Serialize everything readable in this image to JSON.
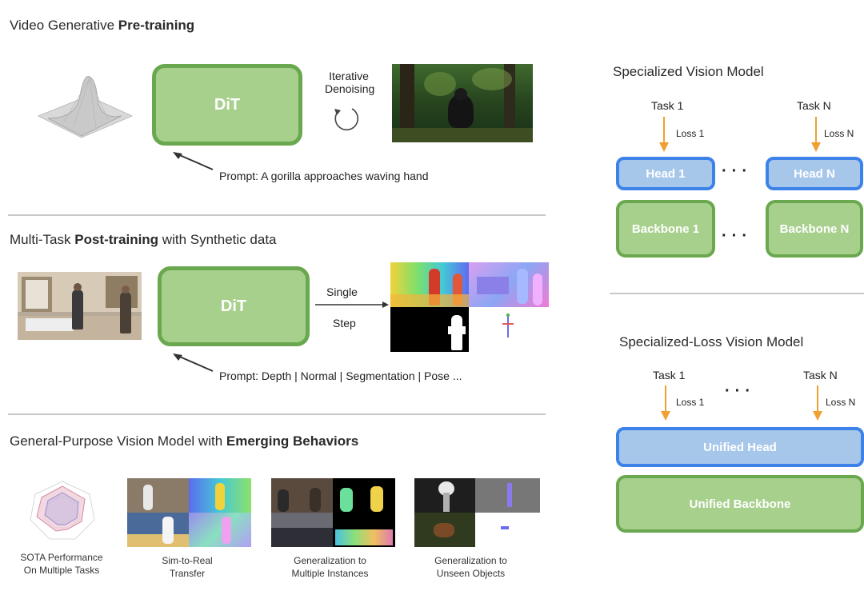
{
  "section1": {
    "title_regular": "Video Generative ",
    "title_bold": "Pre-training",
    "dit_label": "DiT",
    "iterative_line1": "Iterative",
    "iterative_line2": "Denoising",
    "prompt": "Prompt: A gorilla approaches waving hand"
  },
  "section2": {
    "title_regular": "Multi-Task ",
    "title_bold": "Post-training",
    "title_suffix": " with Synthetic data",
    "dit_label": "DiT",
    "single": "Single",
    "step": "Step",
    "prompt": "Prompt: Depth | Normal | Segmentation | Pose ..."
  },
  "section3": {
    "title_regular": "General-Purpose Vision Model with ",
    "title_bold": "Emerging Behaviors",
    "captions": [
      {
        "line1": "SOTA Performance",
        "line2": "On Multiple Tasks"
      },
      {
        "line1": "Sim-to-Real",
        "line2": "Transfer"
      },
      {
        "line1": "Generalization to",
        "line2": "Multiple Instances"
      },
      {
        "line1": "Generalization to",
        "line2": "Unseen Objects"
      }
    ]
  },
  "specialized": {
    "title": "Specialized Vision Model",
    "task1": "Task 1",
    "taskN": "Task N",
    "loss1": "Loss 1",
    "lossN": "Loss N",
    "head1": "Head 1",
    "headN": "Head N",
    "backbone1": "Backbone 1",
    "backboneN": "Backbone N",
    "dots": "···"
  },
  "specialized_loss": {
    "title": "Specialized-Loss Vision Model",
    "task1": "Task 1",
    "taskN": "Task N",
    "loss1": "Loss 1",
    "lossN": "Loss N",
    "dots": "···",
    "unified_head": "Unified Head",
    "unified_backbone": "Unified Backbone"
  },
  "colors": {
    "green_fill": "#a8d08d",
    "green_border": "#6aa84f",
    "blue_fill": "#a7c7ea",
    "blue_border": "#3c82e8",
    "arrow_orange": "#f0a030"
  }
}
